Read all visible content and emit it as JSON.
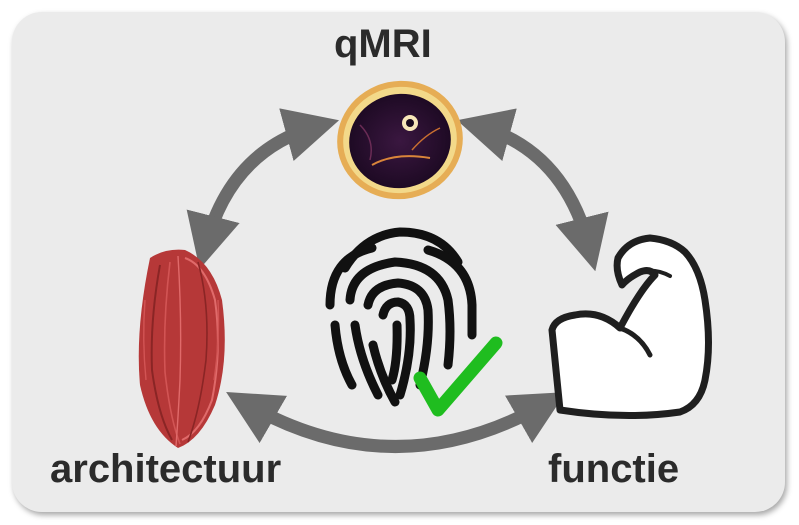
{
  "labels": {
    "top": "qMRI",
    "bottom_left": "architectuur",
    "bottom_right": "functie"
  },
  "icons": {
    "top": "mri-thigh-cross-section-icon",
    "left": "muscle-fiber-bundle-icon",
    "right": "flexed-bicep-icon",
    "center": "fingerprint-icon",
    "check": "checkmark-icon",
    "arrows": "double-headed-arrow-icon"
  },
  "colors": {
    "panel": "#ebebeb",
    "arrow": "#6b6b6b",
    "text": "#2b2b2b",
    "muscle": "#b83a3a",
    "check": "#1fbd1f",
    "mri_fat": "#e8b25a",
    "mri_muscle": "#2a1030"
  }
}
